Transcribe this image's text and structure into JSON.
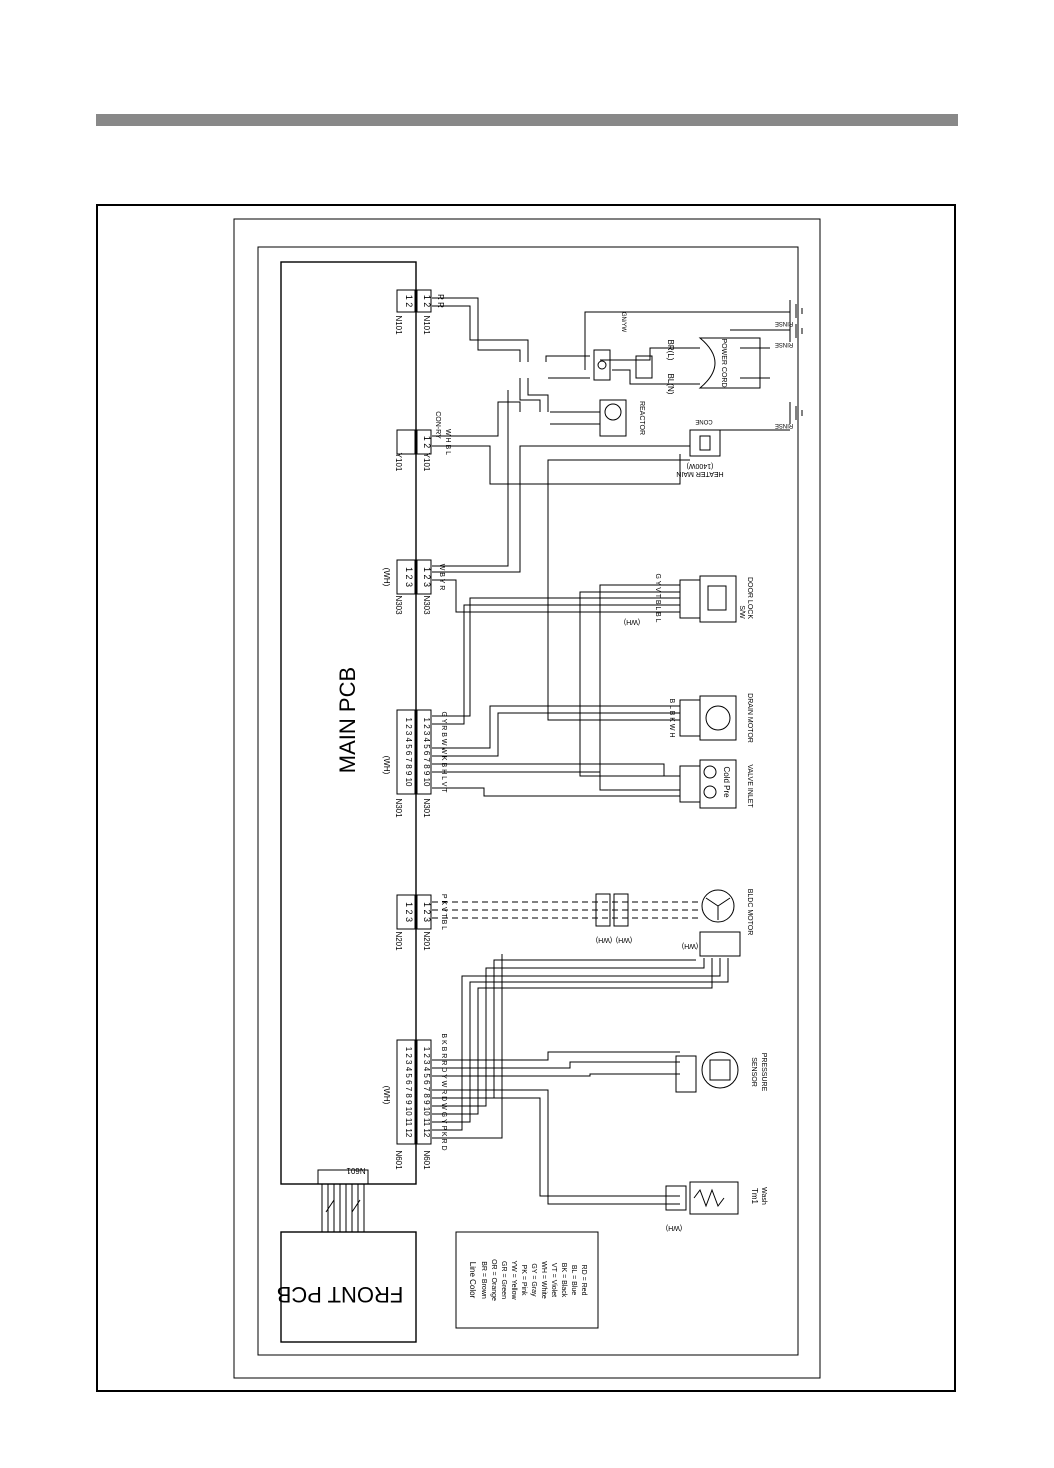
{
  "main_pcb": {
    "title": "MAIN PCB"
  },
  "front_pcb": {
    "title": "FRONT PCB"
  },
  "connectors": {
    "n101": {
      "id": "N101",
      "pins": "1 2",
      "wires": "R R"
    },
    "y101": {
      "id": "Y101",
      "pins": "1 2",
      "wires": "W H    B L",
      "label": "CON-RY"
    },
    "n303": {
      "id": "N303",
      "pins": "1 2 3",
      "wires": "W B Y R",
      "color": "(WH)"
    },
    "n301": {
      "id": "N301",
      "pins": "1 2 3 4 5 6 7 8 9 10",
      "wires": "G Y R  B W  W K  B H L  V T",
      "color": "(WH)"
    },
    "n201": {
      "id": "N201",
      "pins": "1 2 3",
      "wires": "P K  V T  B L"
    },
    "n601": {
      "id": "N601",
      "pins": "1 2 3 4 5 6 7 8 9 10 11 12",
      "wires": "B K  B R  R D  Y W  R D  W  G Y  P K  R D",
      "color": "(WH)"
    }
  },
  "components": {
    "power_cord": {
      "label": "POWER CORD",
      "wires": [
        "BR(L)",
        "BL(N)",
        "GN/YW"
      ]
    },
    "reactor": {
      "label": "REACTOR"
    },
    "heater": {
      "label": "HEATER MAIN",
      "rating": "(1400W)",
      "ground": "CONE"
    },
    "door_lock": {
      "label": "DOOR LOCK",
      "prefix": "S/W",
      "wires": "G Y  V T  B L  B L",
      "connector": "(WH)"
    },
    "drain_motor": {
      "label": "DRAIN MOTOR",
      "wires": "B L  B K  W H"
    },
    "valve_inlet": {
      "label": "VALVE INLET",
      "sub": "Cold Pre"
    },
    "bldc_motor": {
      "label": "BLDC MOTOR",
      "connector": "(WH)"
    },
    "sensor_pressure": {
      "label": "SENSOR",
      "label2": "PRESSURE"
    },
    "thermistor": {
      "label": "Tm1",
      "sub": "Wash",
      "connector": "(WH)"
    }
  },
  "ground_labels": [
    "RINSE",
    "RINSE",
    "RINSE"
  ],
  "legend": {
    "title": "Line Color",
    "entries": [
      "BR = Brown",
      "OR = Orange",
      "GR = Green",
      "YW = Yellow",
      "PK = Pink",
      "GY = Gray",
      "WH = White",
      "VT = Violet",
      "BK = Black",
      "BL = Blue",
      "RD = Red"
    ]
  }
}
